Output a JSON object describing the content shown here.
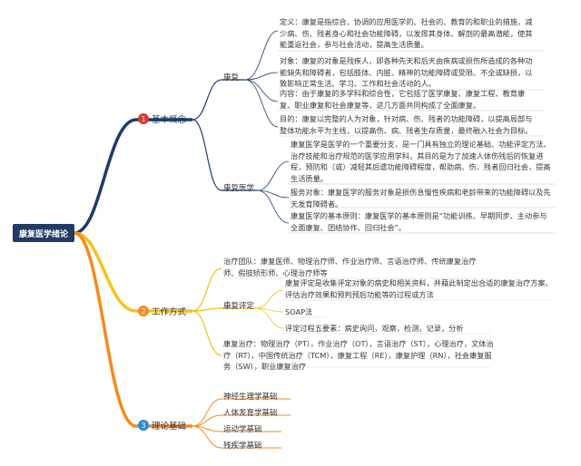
{
  "root": {
    "label": "康复医学绪论"
  },
  "colors": {
    "dark_blue": "#1f3b66",
    "red": "#d93a2a",
    "yellow": "#f4c21a",
    "orange": "#f58a1e",
    "blue": "#2b8ad6"
  },
  "branches": [
    {
      "number": "1",
      "label": "基本概念",
      "children": [
        {
          "label": "康复",
          "items": [
            "定义：康复是指综合、协调的应用医学的、社会的、教育的和职业的措施，减少病、伤、残者身心和社会功能障碍，以发挥其身体、解剖的最高潜能，使其能重返社会，参与社会活动，提高生活质量。",
            "对象：康复的对象是残疾人，即各种先天和后天由疾病或损伤所造成的各种功能缺失和障碍者，包括肢体、内脏、精神的功能障碍或受限、不全或缺损，以致影响正常生活、学习、工作和社会活动的人。",
            "内容：由于康复的多学科和综合性，它包括了医学康复、康复工程、教育康复、职业康复和社会康复等，这几方面共同构成了全面康复。",
            "目的：康复以完整的人为对象，针对病、伤、残者的功能障碍，以提高局部与整体功能水平为主线，以提高伤、病、残者生存质量，最终融入社会为目标。"
          ]
        },
        {
          "label": "康复医学",
          "items": [
            "康复医学是医学的一个重要分支，是一门具有独立的理论基础、功能评定方法、治疗技能和治疗规范的医学应用学科，其目的是为了加速人体伤残后的恢复进程，预防和（或）减轻其后遗功能障碍程度，帮助病、伤、残者回归社会，提高生活质量。",
            "服务对象：康复医学的服务对象是损伤急慢性疾病和老龄带来的功能障碍以及先天发育障碍者。",
            "康复医学的基本原则：康复医学的基本原则是“功能训练、早期同步、主动参与全面康复、团结协作、回归社会”。"
          ]
        }
      ]
    },
    {
      "number": "2",
      "label": "工作方式",
      "children": [
        {
          "label": "治疗团队：康复医师、物理治疗师、作业治疗师、言语治疗师、传统康复治疗师、假肢矫形师、心理治疗师等"
        },
        {
          "label": "康复评定",
          "items": [
            "康复评定是收集评定对象的病史和相关资料，并藉此制定出合适的康复治疗方案、评估治疗效果和预判预后功能等的过程或方法",
            "SOAP法",
            "评定过程五要素：病史询问，观察，检测，记录，分析"
          ]
        },
        {
          "label": "康复治疗：物理治疗（PT），作业治疗（OT），言语治疗（ST），心理治疗，文体治疗（RT），中国传统治疗（TCM），康复工程（RE），康复护理（RN），社会康复服务（SW），职业康复治疗"
        }
      ]
    },
    {
      "number": "3",
      "label": "理论基础",
      "children": [
        {
          "label": "神经生理学基础"
        },
        {
          "label": "人体发育学基础"
        },
        {
          "label": "运动学基础"
        },
        {
          "label": "残疾学基础"
        }
      ]
    }
  ]
}
